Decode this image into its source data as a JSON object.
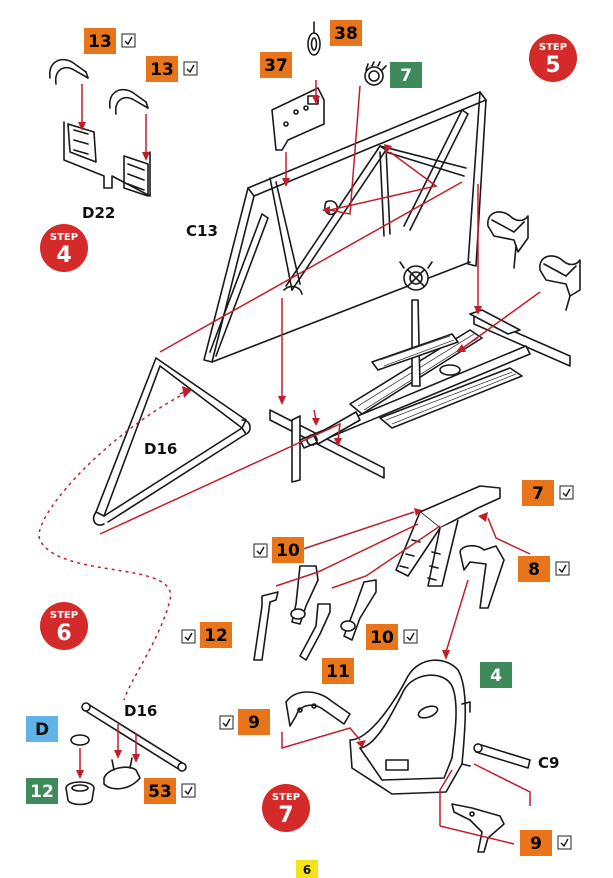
{
  "colors": {
    "orange": "#e8751a",
    "green": "#3e8a5a",
    "blue": "#5fb3e6",
    "yellow": "#f5e31a",
    "step_red": "#d42a2a",
    "arrow_red": "#c21e2a"
  },
  "steps": {
    "label": "STEP",
    "step4": "4",
    "step5": "5",
    "step6": "6",
    "step7": "7"
  },
  "badges": {
    "b13a": "13",
    "b13b": "13",
    "b37": "37",
    "b38": "38",
    "b7top": "7",
    "b7seat": "7",
    "b10a": "10",
    "b10b": "10",
    "b12": "12",
    "b11": "11",
    "b8": "8",
    "b4": "4",
    "b9a": "9",
    "b9b": "9",
    "bD": "D",
    "b12g": "12",
    "b53": "53"
  },
  "labels": {
    "d22": "D22",
    "c13": "C13",
    "d16a": "D16",
    "d16b": "D16",
    "c9": "C9"
  },
  "page_number": "6"
}
